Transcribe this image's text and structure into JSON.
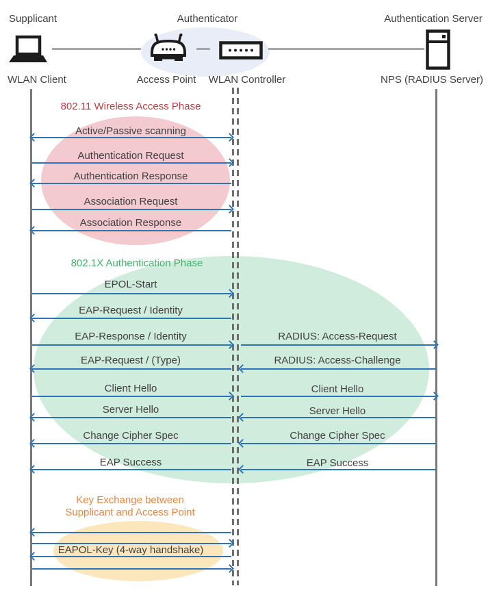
{
  "actors": {
    "roles": [
      "Supplicant",
      "Authenticator",
      "Authentication Server"
    ],
    "nodes": [
      "WLAN Client",
      "Access Point",
      "WLAN Controller",
      "NPS (RADIUS Server)"
    ]
  },
  "icons": [
    "laptop-icon",
    "access-point-icon",
    "wlan-controller-icon",
    "server-icon"
  ],
  "phase1": {
    "title": "802.11 Wireless Access Phase",
    "messages": [
      {
        "label": "Active/Passive scanning",
        "direction": "both",
        "from": "WLAN Client",
        "to": "WLAN Controller"
      },
      {
        "label": "Authentication Request",
        "direction": "right",
        "from": "WLAN Client",
        "to": "WLAN Controller"
      },
      {
        "label": "Authentication Response",
        "direction": "left",
        "from": "WLAN Controller",
        "to": "WLAN Client"
      },
      {
        "label": "Association Request",
        "direction": "right",
        "from": "WLAN Client",
        "to": "WLAN Controller"
      },
      {
        "label": "Association Response",
        "direction": "left",
        "from": "WLAN Controller",
        "to": "WLAN Client"
      }
    ]
  },
  "phase2": {
    "title": "802.1X Authentication Phase",
    "left_messages": [
      {
        "label": "EPOL-Start",
        "direction": "right"
      },
      {
        "label": "EAP-Request / Identity",
        "direction": "left"
      },
      {
        "label": "EAP-Response / Identity",
        "direction": "right"
      },
      {
        "label": "EAP-Request / (Type)",
        "direction": "left"
      },
      {
        "label": "Client Hello",
        "direction": "right"
      },
      {
        "label": "Server Hello",
        "direction": "left"
      },
      {
        "label": "Change Cipher Spec",
        "direction": "left"
      },
      {
        "label": "EAP Success",
        "direction": "left"
      }
    ],
    "right_messages": [
      {
        "label": "RADIUS: Access-Request",
        "direction": "right"
      },
      {
        "label": "RADIUS: Access-Challenge",
        "direction": "left"
      },
      {
        "label": "Client Hello",
        "direction": "right"
      },
      {
        "label": "Server Hello",
        "direction": "left"
      },
      {
        "label": "Change Cipher Spec",
        "direction": "left"
      },
      {
        "label": "EAP Success",
        "direction": "left"
      }
    ]
  },
  "phase3": {
    "title_line1": "Key Exchange between",
    "title_line2": "Supplicant and Access Point",
    "handshake_label": "EAPOL-Key (4-way handshake)",
    "arrows": [
      "left",
      "right",
      "left",
      "right"
    ]
  },
  "colors": {
    "arrow": "#2e74b5",
    "lifeline": "#7a7a7a",
    "lifeline-dashed": "#6e6e6e",
    "link": "#a6a6a6",
    "text": "#3f3f3f",
    "phase1-title": "#c13b43",
    "phase2-title": "#44b16c",
    "phase3-title": "#e78544",
    "phase1-ellipse": "#f2cad0",
    "phase2-ellipse": "#cfecdd",
    "phase3-ellipse": "#fbe7bb",
    "authenticator-ellipse": "#e9edf7",
    "icon": "#1c1c1c"
  }
}
